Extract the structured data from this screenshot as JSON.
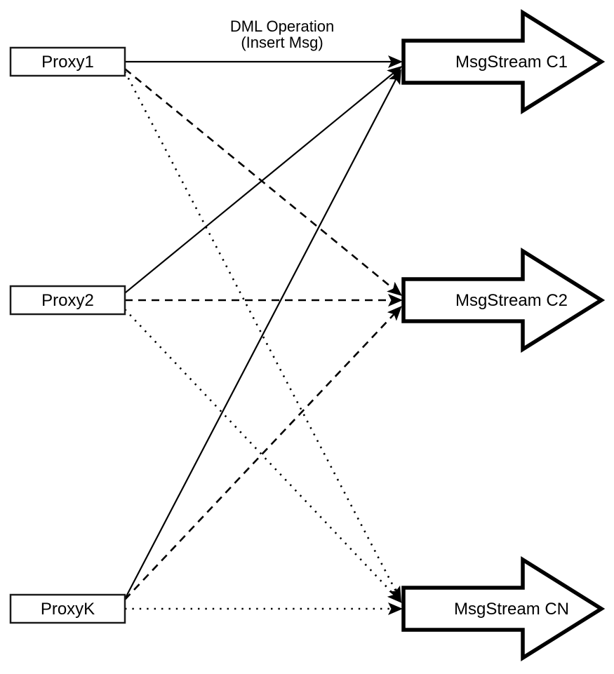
{
  "diagram": {
    "colors": {
      "ink": "#000000",
      "background": "#ffffff"
    },
    "edge_label": {
      "line1": "DML Operation",
      "line2": "(Insert Msg)"
    },
    "proxies": [
      {
        "id": "proxy1",
        "label": "Proxy1"
      },
      {
        "id": "proxy2",
        "label": "Proxy2"
      },
      {
        "id": "proxyk",
        "label": "ProxyK"
      }
    ],
    "streams": [
      {
        "id": "c1",
        "label": "MsgStream C1"
      },
      {
        "id": "c2",
        "label": "MsgStream C2"
      },
      {
        "id": "cn",
        "label": "MsgStream CN"
      }
    ],
    "edges": [
      {
        "from": "proxy1",
        "to": "c1",
        "style": "solid"
      },
      {
        "from": "proxy1",
        "to": "c2",
        "style": "dashed"
      },
      {
        "from": "proxy1",
        "to": "cn",
        "style": "dotted"
      },
      {
        "from": "proxy2",
        "to": "c1",
        "style": "solid"
      },
      {
        "from": "proxy2",
        "to": "c2",
        "style": "dashed"
      },
      {
        "from": "proxy2",
        "to": "cn",
        "style": "dotted"
      },
      {
        "from": "proxyk",
        "to": "c1",
        "style": "solid"
      },
      {
        "from": "proxyk",
        "to": "c2",
        "style": "dashed"
      },
      {
        "from": "proxyk",
        "to": "cn",
        "style": "dotted"
      }
    ]
  }
}
